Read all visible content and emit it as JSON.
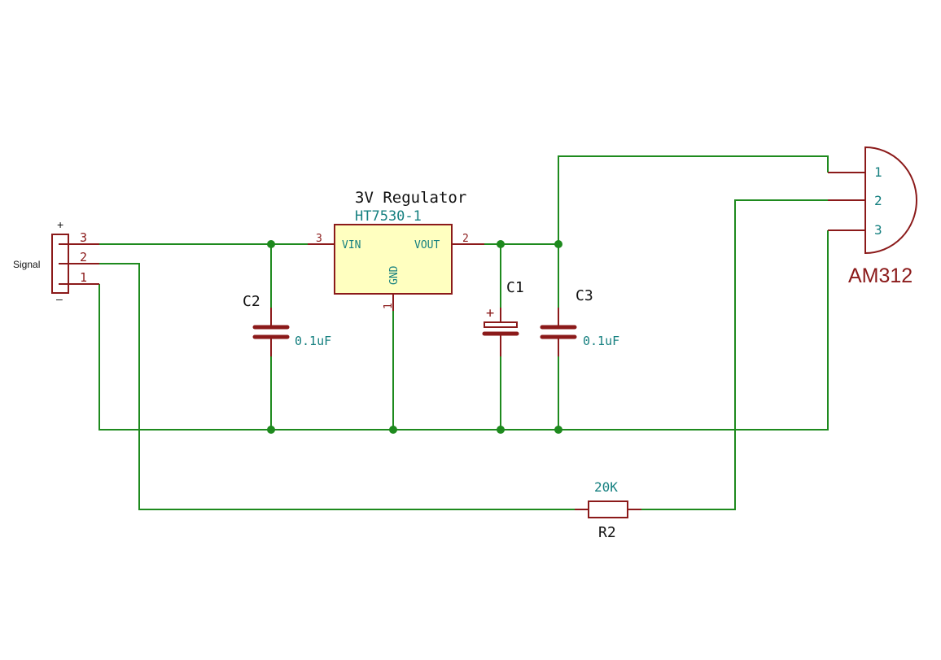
{
  "colors": {
    "wire": "#1e8a1e",
    "symbol": "#8b1a1a",
    "value_text": "#168080",
    "ic_fill": "#ffffc0",
    "junction": "#1e8a1e"
  },
  "connector": {
    "label": "Signal",
    "plus_mark": "+",
    "minus_mark": "–",
    "pins": [
      "3",
      "2",
      "1"
    ]
  },
  "regulator": {
    "title": "3V Regulator",
    "part": "HT7530-1",
    "pin_vin_label": "VIN",
    "pin_vout_label": "VOUT",
    "pin_gnd_label": "GND",
    "pin_vin_num": "3",
    "pin_vout_num": "2",
    "pin_gnd_num": "1"
  },
  "c2": {
    "ref": "C2",
    "value": "0.1uF"
  },
  "c1": {
    "ref": "C1",
    "polarity": "+"
  },
  "c3": {
    "ref": "C3",
    "value": "0.1uF"
  },
  "r2": {
    "ref": "R2",
    "value": "20K"
  },
  "sensor": {
    "part": "AM312",
    "pins": [
      "1",
      "2",
      "3"
    ]
  }
}
